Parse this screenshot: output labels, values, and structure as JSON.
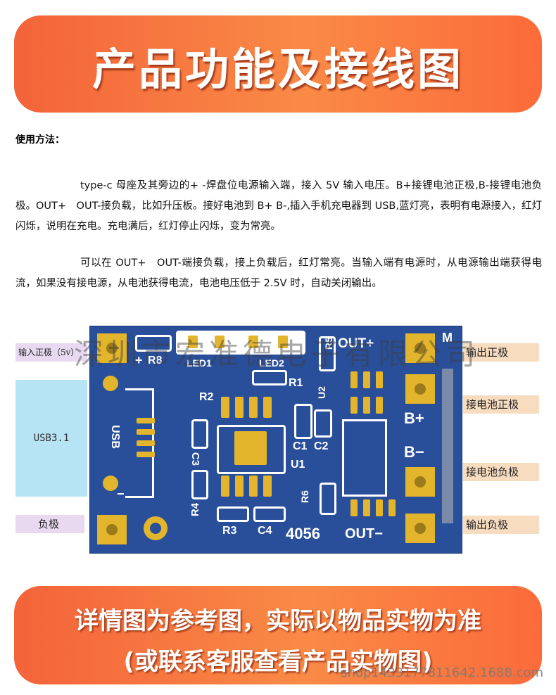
{
  "header": {
    "title": "产品功能及接线图"
  },
  "usage": {
    "heading": "使用方法：",
    "paragraph1": "type-c 母座及其旁边的+ -焊盘位电源输入端，接入 5V 输入电压。B+接锂电池正极,B-接锂电池负极。OUT+　OUT-接负载，比如升压板。接好电池到 B+ B-,插入手机充电器到 USB,蓝灯亮，表明有电源接入，红灯闪烁，说明在充电。充电满后，红灯停止闪烁，变为常亮。",
    "paragraph2": "可以在 OUT+　OUT-端接负载，接上负载后，红灯常亮。当输入端有电源时，从电源输出端获得电流，如果没有接电源，从电池获得电流，电池电压低于 2.5V 时，自动关闭输出。"
  },
  "diagram": {
    "left_labels": {
      "input_positive": "输入正极（5v）",
      "usb": "USB3.1",
      "negative": "负极"
    },
    "right_labels": {
      "output_positive": "输出正极",
      "battery_positive": "接电池正极",
      "battery_negative": "接电池负极",
      "output_negative": "输出负极"
    },
    "silkscreen": {
      "r8": "R8",
      "led1": "LED1",
      "led2": "LED2",
      "r1": "R1",
      "r2": "R2",
      "r3": "R3",
      "r4": "R4",
      "r5": "R5",
      "r6": "R6",
      "c1": "C1",
      "c2": "C2",
      "c3": "C3",
      "c4": "C4",
      "u1": "U1",
      "u2": "U2",
      "usb": "USB",
      "out_plus": "OUT+",
      "out_minus": "OUT−",
      "b_plus": "B+",
      "b_minus": "B−",
      "m": "M",
      "chip": "4056",
      "plus": "+",
      "minus": "−"
    },
    "pcb_color": "#2a4f9a",
    "pad_color": "#e3b52c"
  },
  "watermark": {
    "company": "深圳市宏准德电子有限公司",
    "shop": "shop1433177811642.1688.com"
  },
  "footer": {
    "line1": "详情图为参考图，实际以物品实物为准",
    "line2": "(或联系客服查看产品实物图)"
  }
}
